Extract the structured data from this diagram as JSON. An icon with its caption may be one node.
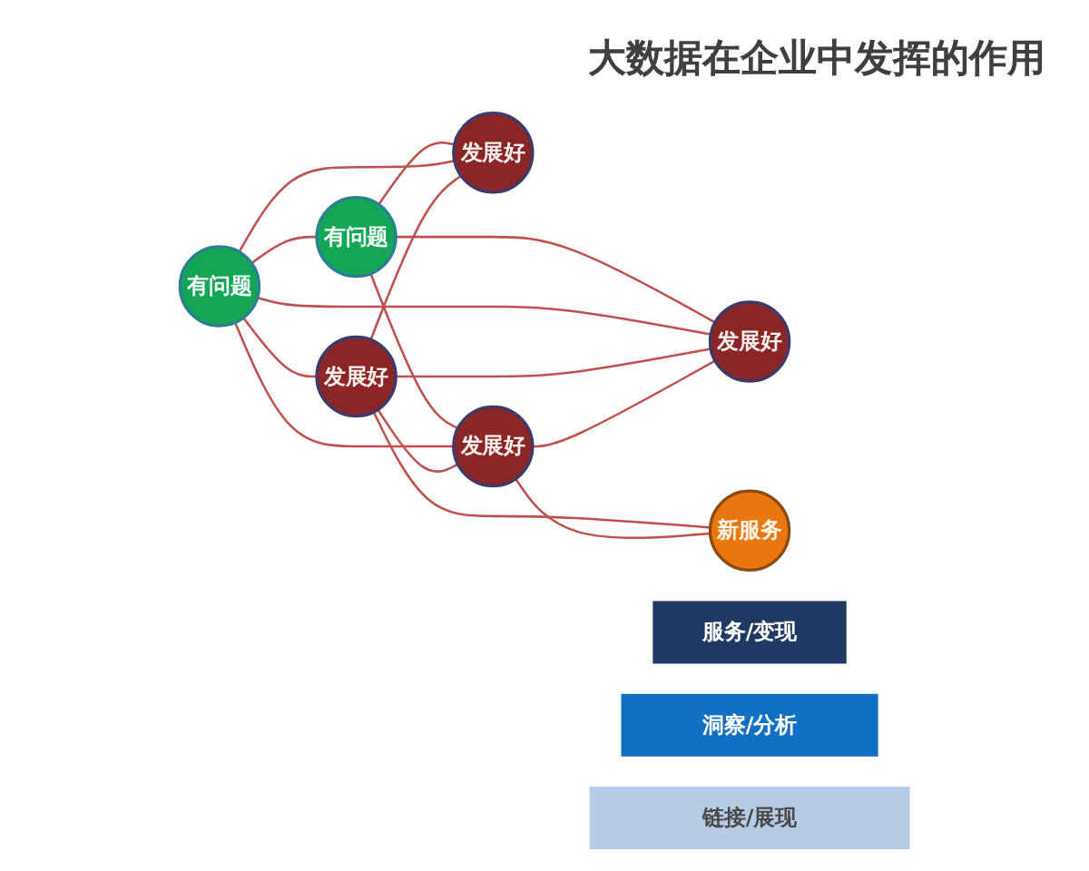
{
  "diagram": {
    "title": "大数据在企业中发挥的作用",
    "nodes": [
      {
        "text": [
          "有问题"
        ]
      },
      {
        "text": [
          "新服务"
        ]
      },
      {
        "text": [
          "发展好"
        ]
      },
      {
        "text": [
          "发展好"
        ]
      },
      {
        "text": [
          "有问题"
        ]
      },
      {
        "text": [
          "发展好"
        ]
      },
      {
        "text": [
          "发展好"
        ]
      },
      {
        "text": [
          "服务/变现"
        ]
      },
      {
        "text": [
          "洞察/分析"
        ]
      },
      {
        "text": [
          "链接/展现"
        ]
      }
    ],
    "edges": [
      {
        "from": 2,
        "to": 0,
        "arrow": "none"
      },
      {
        "from": 0,
        "to": 4,
        "arrow": "none"
      },
      {
        "from": 3,
        "to": 0,
        "arrow": "none"
      },
      {
        "from": 6,
        "to": 0,
        "arrow": "none"
      },
      {
        "from": 1,
        "to": 5,
        "arrow": "none"
      },
      {
        "from": 1,
        "to": 6,
        "arrow": "none"
      },
      {
        "from": 3,
        "to": 4,
        "arrow": "none"
      },
      {
        "from": 3,
        "to": 5,
        "arrow": "none"
      },
      {
        "from": 3,
        "to": 6,
        "arrow": "none"
      },
      {
        "from": 2,
        "to": 4,
        "arrow": "none"
      },
      {
        "from": 2,
        "to": 5,
        "arrow": "none"
      },
      {
        "from": 6,
        "to": 4,
        "arrow": "none"
      },
      {
        "from": 5,
        "to": 4,
        "arrow": "none"
      },
      {
        "from": 6,
        "to": 5,
        "arrow": "none"
      }
    ]
  }
}
